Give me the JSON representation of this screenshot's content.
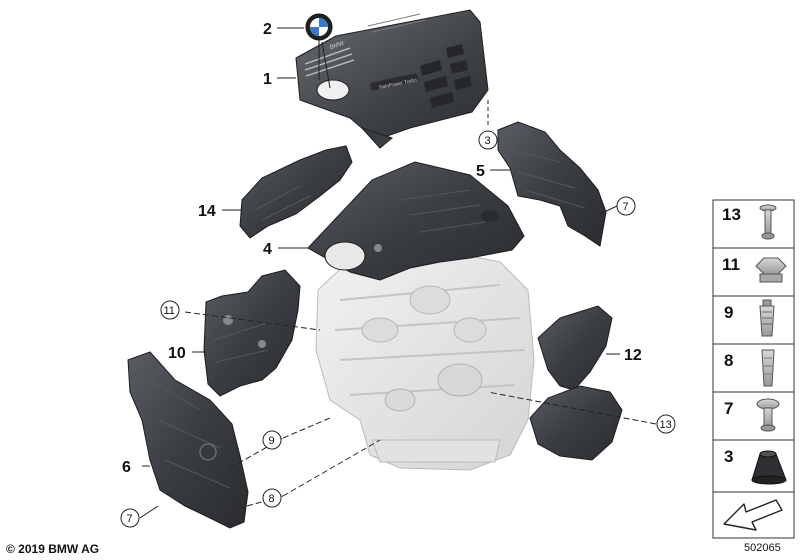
{
  "callouts": {
    "c1": "1",
    "c2": "2",
    "c3": "3",
    "c4": "4",
    "c5": "5",
    "c6": "6",
    "c7a": "7",
    "c7b": "7",
    "c8": "8",
    "c9": "9",
    "c10": "10",
    "c11": "11",
    "c12": "12",
    "c13": "13",
    "c14": "14"
  },
  "cover_text": {
    "brand_line": "BMW",
    "engine_label": "TwinPower Turbo"
  },
  "legend": {
    "items": [
      {
        "num": "13",
        "icon": "push-rivet-icon"
      },
      {
        "num": "11",
        "icon": "hex-nut-icon"
      },
      {
        "num": "9",
        "icon": "expansion-screw-icon"
      },
      {
        "num": "8",
        "icon": "expansion-rivet-icon"
      },
      {
        "num": "7",
        "icon": "clip-rivet-icon"
      },
      {
        "num": "3",
        "icon": "rubber-grommet-icon"
      }
    ],
    "nav_icon": "arrow-down-left-icon"
  },
  "footer": {
    "copyright": "© 2019 BMW AG",
    "diagram_id": "502065"
  },
  "colors": {
    "part_dark": "#3a3d42",
    "engine_light": "#e6e6e6",
    "line": "#222222"
  }
}
